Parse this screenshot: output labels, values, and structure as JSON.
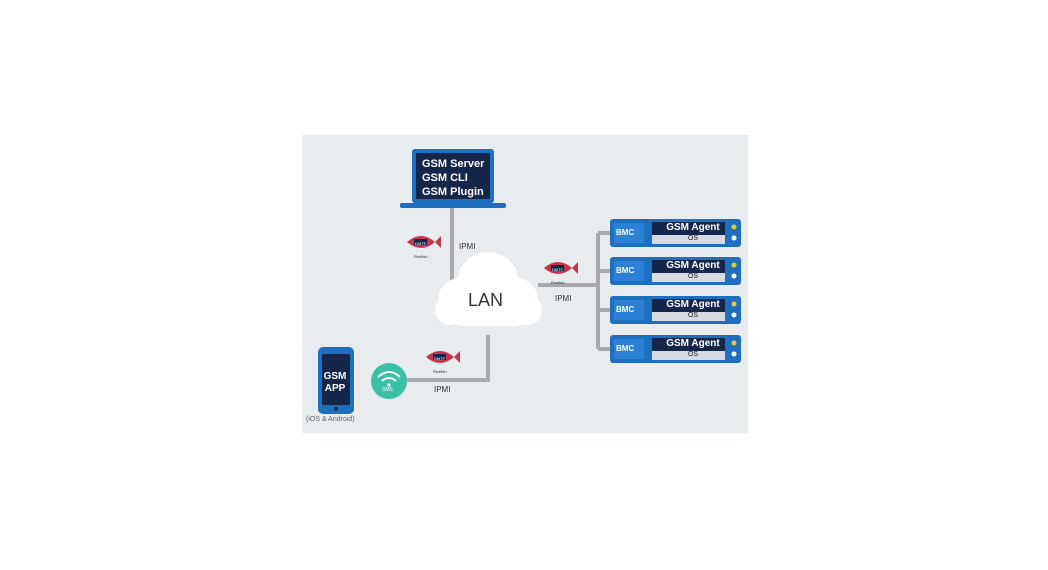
{
  "laptop": {
    "lines": [
      "GSM Server",
      "GSM CLI",
      "GSM Plugin"
    ]
  },
  "cloud": {
    "label": "LAN"
  },
  "links": {
    "top_protocol": "IPMI",
    "right_protocol": "IPMI",
    "bottom_protocol": "IPMI",
    "redfish_text": "Redfish",
    "redfish_badge": "DMTF"
  },
  "phone": {
    "lines": [
      "GSM",
      "APP"
    ],
    "caption": "(iOS & Android)"
  },
  "wifi": {
    "label": "SMS"
  },
  "servers": [
    {
      "bmc": "BMC",
      "agent": "GSM Agent",
      "os": "OS"
    },
    {
      "bmc": "BMC",
      "agent": "GSM Agent",
      "os": "OS"
    },
    {
      "bmc": "BMC",
      "agent": "GSM Agent",
      "os": "OS"
    },
    {
      "bmc": "BMC",
      "agent": "GSM Agent",
      "os": "OS"
    }
  ],
  "colors": {
    "device_blue": "#1f6fc0",
    "dark_navy": "#14264a",
    "wifi_teal": "#3bbfa6",
    "redfish_red": "#c8344a",
    "connector_gray": "#a7a9ad"
  }
}
